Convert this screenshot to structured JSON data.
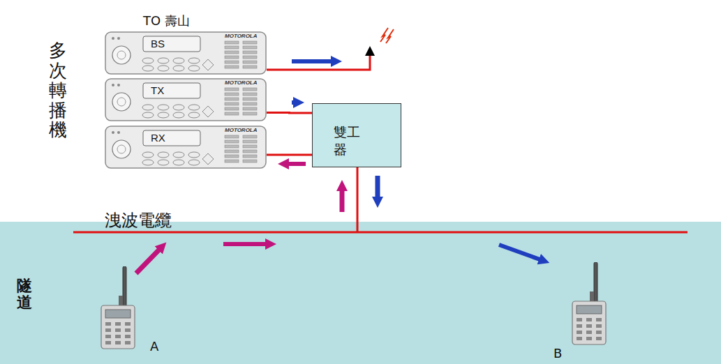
{
  "diagram": {
    "nodes": [
      {
        "text": [
          "BS"
        ]
      },
      {
        "text": [
          "TX"
        ]
      },
      {
        "text": [
          "RX"
        ]
      },
      {
        "text": [
          "雙工器"
        ]
      },
      {
        "text": [
          "隧道"
        ]
      }
    ],
    "edges": [
      {
        "from": 1,
        "to": 3,
        "arrow": "none"
      },
      {
        "from": 3,
        "to": 2,
        "arrow": "none"
      }
    ],
    "labels": [
      "TO 壽山",
      "多次轉播機",
      "MOTOROLA",
      "MOTOROLA",
      "MOTOROLA",
      "洩波電纜",
      "A",
      "B"
    ]
  }
}
